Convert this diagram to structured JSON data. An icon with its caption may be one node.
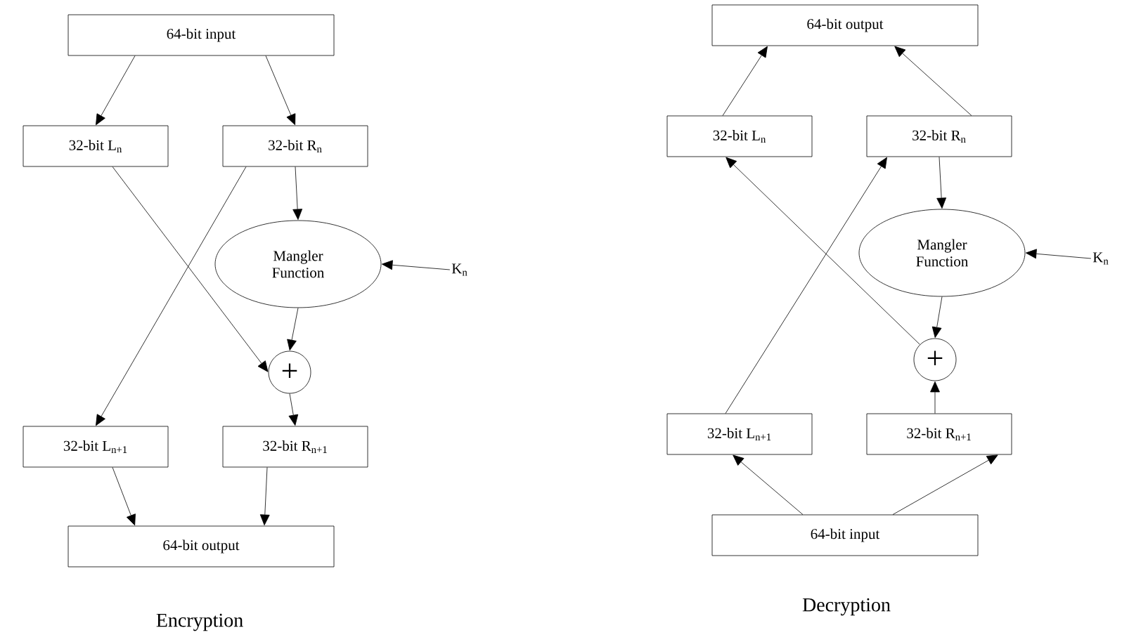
{
  "diagram": {
    "nodes": [
      {
        "text": [
          "64-bit input"
        ]
      },
      {
        "text": [
          "32-bit L$_{n}$"
        ]
      },
      {
        "text": [
          "32-bit R$_{n}$"
        ]
      },
      {
        "text": [
          "Mangler Function"
        ]
      },
      {
        "text": [
          "K$_{n}$"
        ]
      },
      {
        "text": [
          "+"
        ]
      },
      {
        "text": [
          "32-bit L$_{n+1}$"
        ]
      },
      {
        "text": [
          "32-bit R$_{n+1}$"
        ]
      },
      {
        "text": [
          "64-bit output"
        ]
      },
      {
        "text": [
          "64-bit output"
        ]
      },
      {
        "text": [
          "32-bit L$_{n}$"
        ]
      },
      {
        "text": [
          "32-bit R$_{n}$"
        ]
      },
      {
        "text": [
          "Mangler Function"
        ]
      },
      {
        "text": [
          "K$_{n}$"
        ]
      },
      {
        "text": [
          "+"
        ]
      },
      {
        "text": [
          "32-bit L$_{n+1}$"
        ]
      },
      {
        "text": [
          "32-bit R$_{n+1}$"
        ]
      },
      {
        "text": [
          "64-bit input"
        ]
      }
    ],
    "edges": [
      {
        "from": 0,
        "to": 1,
        "arrow": "to"
      },
      {
        "from": 0,
        "to": 2,
        "arrow": "to"
      },
      {
        "from": 2,
        "to": 3,
        "arrow": "to"
      },
      {
        "from": 4,
        "to": 3,
        "arrow": "to"
      },
      {
        "from": 3,
        "to": 5,
        "arrow": "to"
      },
      {
        "from": 1,
        "to": 5,
        "arrow": "to"
      },
      {
        "from": 2,
        "to": 6,
        "arrow": "to"
      },
      {
        "from": 5,
        "to": 7,
        "arrow": "to"
      },
      {
        "from": 6,
        "to": 8,
        "arrow": "to"
      },
      {
        "from": 7,
        "to": 8,
        "arrow": "to"
      },
      {
        "from": 10,
        "to": 9,
        "arrow": "to"
      },
      {
        "from": 11,
        "to": 9,
        "arrow": "to"
      },
      {
        "from": 11,
        "to": 12,
        "arrow": "to"
      },
      {
        "from": 13,
        "to": 12,
        "arrow": "to"
      },
      {
        "from": 12,
        "to": 14,
        "arrow": "to"
      },
      {
        "from": 14,
        "to": 10,
        "arrow": "to"
      },
      {
        "from": 15,
        "to": 11,
        "arrow": "to"
      },
      {
        "from": 16,
        "to": 14,
        "arrow": "to"
      },
      {
        "from": 17,
        "to": 15,
        "arrow": "to"
      },
      {
        "from": 17,
        "to": 16,
        "arrow": "to"
      }
    ],
    "labels": [
      "Encryption",
      "Decryption"
    ]
  }
}
